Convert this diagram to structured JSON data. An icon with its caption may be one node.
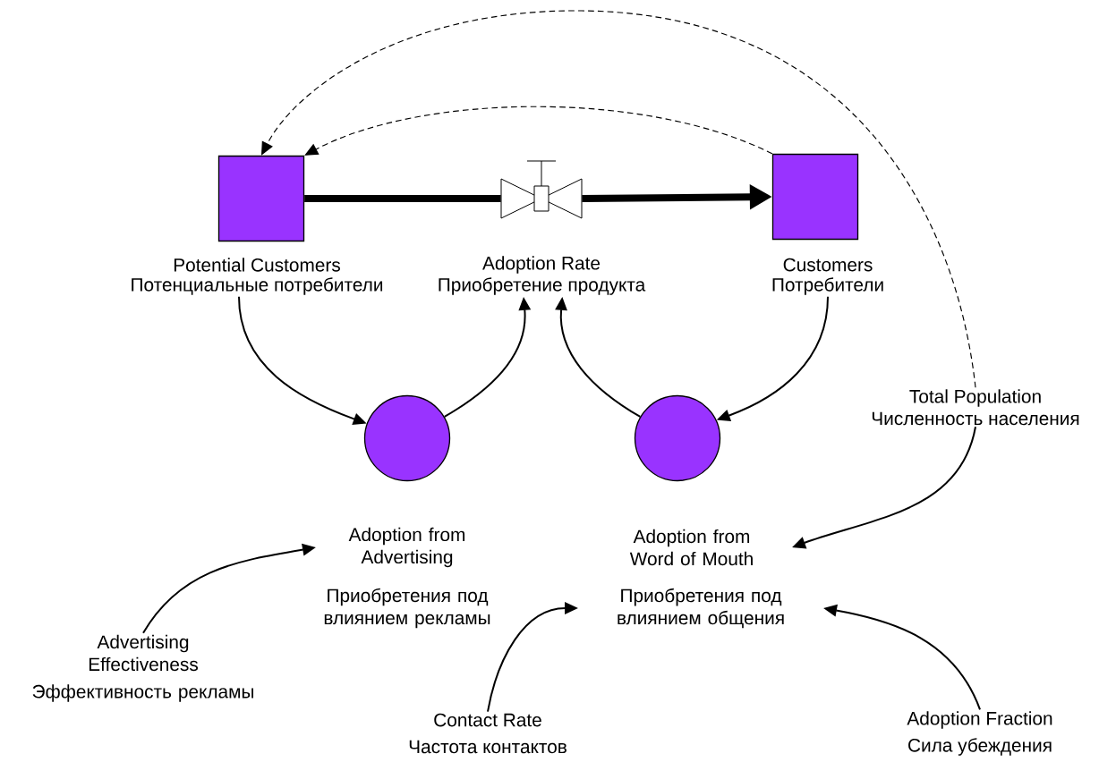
{
  "diagram": {
    "nodes": [
      {
        "text": [
          "Potential Customers",
          "Потенциальные потребители"
        ]
      },
      {
        "text": [
          "Adoption Rate",
          "Приобретение продукта"
        ]
      },
      {
        "text": [
          "Customers",
          "Потребители"
        ]
      },
      {
        "text": [
          "Adoption from Advertising",
          "Приобретения под влиянием рекламы"
        ]
      },
      {
        "text": [
          "Adoption from Word of Mouth",
          "Приобретения под влиянием общения"
        ]
      },
      {
        "text": [
          "Total Population",
          "Численность населения"
        ]
      },
      {
        "text": [
          "Advertising Effectiveness",
          "Эффективность рекламы"
        ]
      },
      {
        "text": [
          "Contact Rate",
          "Частота контактов"
        ]
      },
      {
        "text": [
          "Adoption Fraction",
          "Сила убеждения"
        ]
      }
    ],
    "edges": [
      {
        "from": 0,
        "to": 1,
        "arrow": "none",
        "style": "thick"
      },
      {
        "from": 1,
        "to": 2,
        "arrow": "to",
        "style": "thick"
      },
      {
        "from": 2,
        "to": 0,
        "arrow": "to",
        "style": "dashed"
      },
      {
        "from": 5,
        "to": 0,
        "arrow": "to",
        "style": "dashed"
      },
      {
        "from": 0,
        "to": 3,
        "arrow": "to"
      },
      {
        "from": 3,
        "to": 1,
        "arrow": "to"
      },
      {
        "from": 4,
        "to": 1,
        "arrow": "to"
      },
      {
        "from": 2,
        "to": 4,
        "arrow": "to"
      },
      {
        "from": 5,
        "to": 4,
        "arrow": "to"
      },
      {
        "from": 6,
        "to": 3,
        "arrow": "to"
      },
      {
        "from": 7,
        "to": 4,
        "arrow": "to"
      },
      {
        "from": 8,
        "to": 4,
        "arrow": "to"
      }
    ]
  }
}
